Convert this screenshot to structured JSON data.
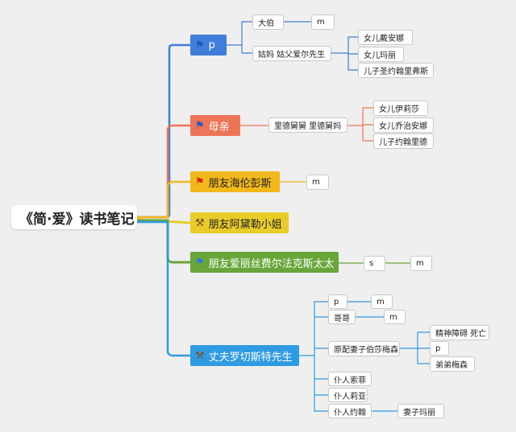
{
  "title": "《简·爱》读书笔记",
  "branches": [
    {
      "label": "p",
      "icon": "flag-icon",
      "color": "#3f7fd9"
    },
    {
      "label": "母亲",
      "icon": "flag-icon",
      "color": "#ee7457"
    },
    {
      "label": "朋友海伦彭斯",
      "icon": "flag-icon",
      "color": "#f2b81c"
    },
    {
      "label": "朋友阿黛勒小姐",
      "icon": "hammer-icon",
      "color": "#e9cc28"
    },
    {
      "label": "朋友爱丽丝费尔法克斯太太",
      "icon": "flag-icon",
      "color": "#69a63a"
    },
    {
      "label": "丈夫罗切斯特先生",
      "icon": "hammer-icon",
      "color": "#2f9be2"
    }
  ],
  "nodes": {
    "dabo": "大伯",
    "dabo_child": "m",
    "gumama": "姑妈 姑父爱尔先生",
    "daina": "女儿戴安娜",
    "mali": "女儿玛丽",
    "shengyuehan": "儿子圣约翰里弗斯",
    "lidejiujiu": "里德舅舅 里德舅妈",
    "yilisha": "女儿伊莉莎",
    "qiaozhi": "女儿乔治安娜",
    "yuehanlide": "儿子约翰里德",
    "hailun_child": "m",
    "ailisi_s": "s",
    "ailisi_m": "m",
    "r_p": "p",
    "r_p_m": "m",
    "gege": "哥哥",
    "gege_m": "m",
    "yuanpei": "原配妻子伯莎梅森",
    "jingshen": "精神障碍 死亡",
    "yuanpei_p": "p",
    "didi": "弟弟梅森",
    "suofei": "仆人索菲",
    "liya": "仆人莉亚",
    "yuehan": "仆人约翰",
    "qizimali": "妻子玛丽"
  }
}
